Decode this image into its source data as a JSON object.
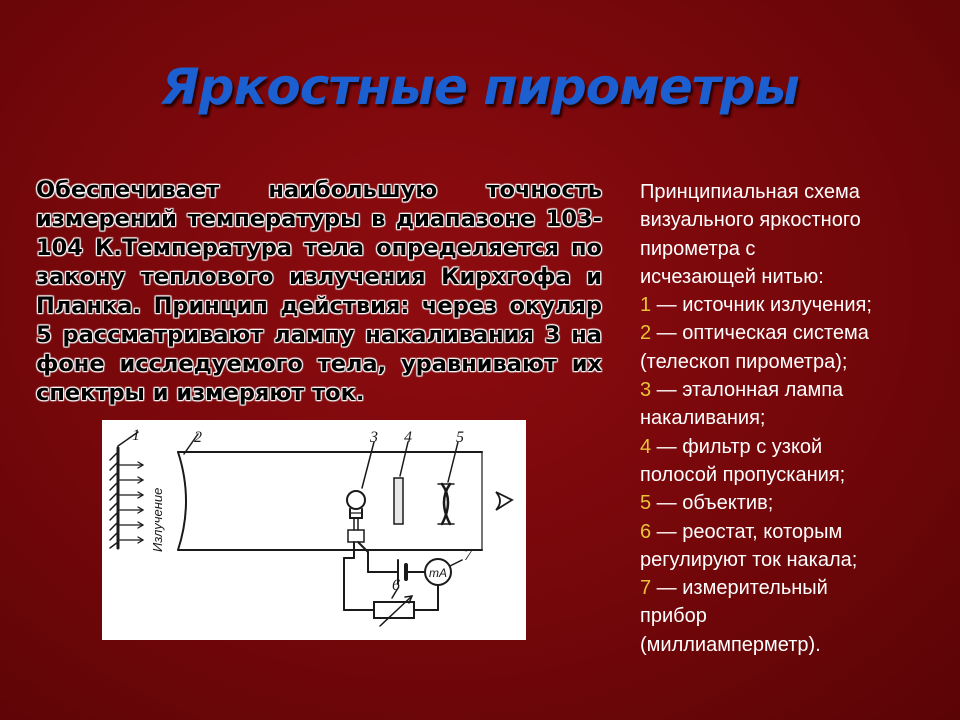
{
  "title": "Яркостные пирометры",
  "main_text": "Обеспечивает наибольшую точность измерений температуры в диапазоне 103-104 К.Температура тела определяется по закону теплового излучения Кирхгофа и Планка. Принцип действия: через окуляр 5 рассматривают лампу накаливания 3 на фоне исследуемого тела, уравнивают их спектры и измеряют ток.",
  "legend": {
    "intro_lines": [
      "Принципиальная схема",
      "визуального яркостного",
      "пирометра с",
      "исчезающей нитью:"
    ],
    "items": [
      {
        "num": "1",
        "lines": [
          " — источник излучения;"
        ]
      },
      {
        "num": "2",
        "lines": [
          " — оптическая система",
          "(телескоп пирометра);"
        ]
      },
      {
        "num": "3",
        "lines": [
          " — эталонная лампа",
          "накаливания;"
        ]
      },
      {
        "num": "4",
        "lines": [
          " — фильтр с узкой",
          "полосой пропускания;"
        ]
      },
      {
        "num": "5",
        "lines": [
          " — объектив;"
        ]
      },
      {
        "num": "6",
        "lines": [
          " — реостат, которым",
          "регулируют ток накала;"
        ]
      },
      {
        "num": "7",
        "lines": [
          " — измерительный",
          "прибор",
          "(миллиамперметр)."
        ]
      }
    ]
  },
  "diagram": {
    "labels": [
      "1",
      "2",
      "3",
      "4",
      "5",
      "6",
      "7"
    ],
    "radiation_label": "Излучение",
    "meter_label": "mA"
  },
  "colors": {
    "background": "#7a080b",
    "title": "#1c5fd0",
    "legend_text": "#ffffff",
    "legend_numbers": "#e8c33a"
  }
}
